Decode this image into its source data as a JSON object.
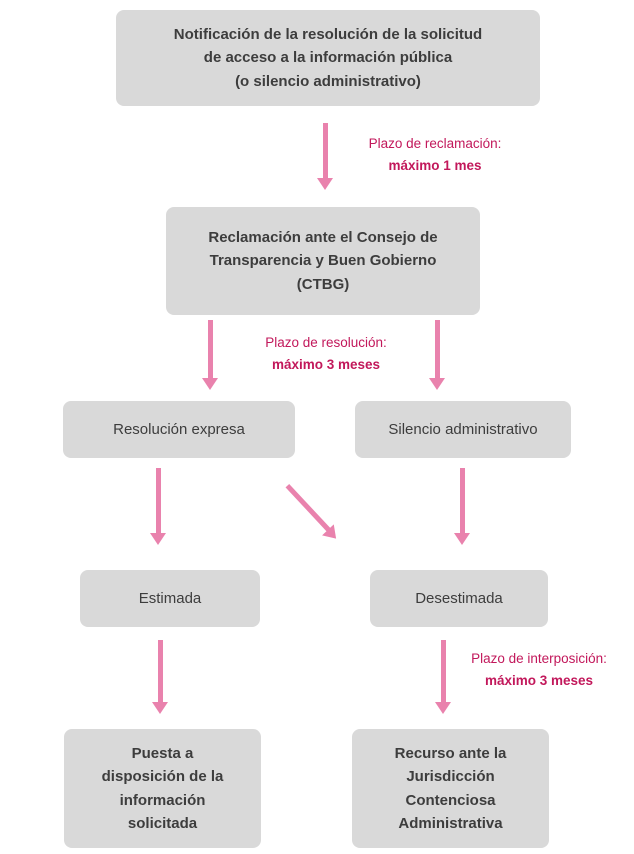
{
  "nodes": {
    "notification": {
      "lines": [
        "Notificación de la resolución de la solicitud",
        "de acceso a la información pública",
        "(o silencio administrativo)"
      ]
    },
    "reclamacion": {
      "lines": [
        "Reclamación ante el Consejo de",
        "Transparencia y Buen Gobierno",
        "(CTBG)"
      ]
    },
    "resolucion_expresa": {
      "lines": [
        "Resolución expresa"
      ]
    },
    "silencio_administrativo": {
      "lines": [
        "Silencio administrativo"
      ]
    },
    "estimada": {
      "lines": [
        "Estimada"
      ]
    },
    "desestimada": {
      "lines": [
        "Desestimada"
      ]
    },
    "puesta_disposicion": {
      "lines": [
        "Puesta a",
        "disposición de la",
        "información",
        "solicitada"
      ]
    },
    "recurso": {
      "lines": [
        "Recurso ante la",
        "Jurisdicción",
        "Contenciosa",
        "Administrativa"
      ]
    }
  },
  "labels": {
    "reclamacion_plazo": {
      "title": "Plazo de reclamación:",
      "value": "máximo 1 mes"
    },
    "resolucion_plazo": {
      "title": "Plazo de resolución:",
      "value": "máximo 3 meses"
    },
    "interposicion_plazo": {
      "title": "Plazo de interposición:",
      "value": "máximo 3 meses"
    }
  },
  "colors": {
    "box_bg": "#d9d9d9",
    "box_text": "#3d3d3d",
    "arrow": "#e982ad",
    "label_text": "#c2185b"
  }
}
